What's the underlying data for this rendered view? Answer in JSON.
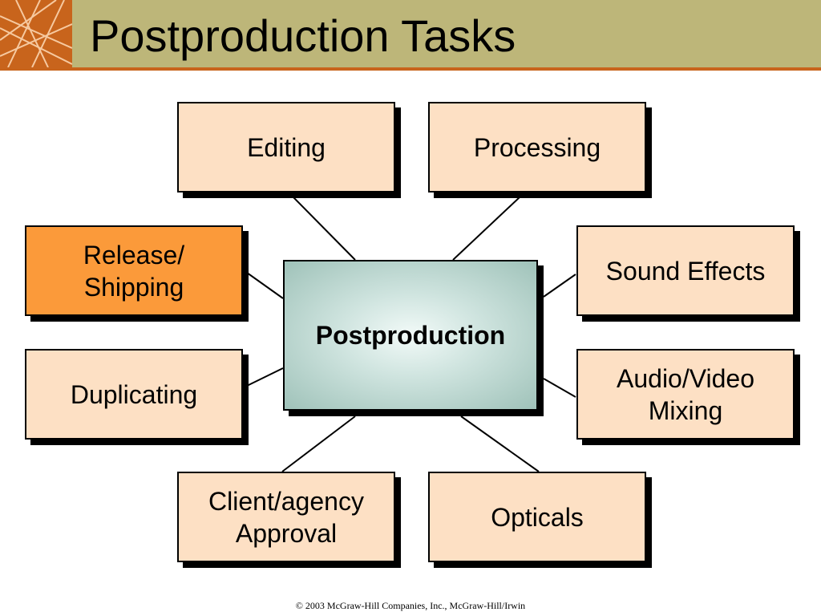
{
  "slide": {
    "title": "Postproduction Tasks",
    "copyright": "© 2003 McGraw-Hill Companies, Inc., McGraw-Hill/Irwin"
  },
  "diagram": {
    "center": "Postproduction",
    "nodes": {
      "editing": "Editing",
      "processing": "Processing",
      "release": "Release/ Shipping",
      "sound_effects": "Sound Effects",
      "duplicating": "Duplicating",
      "audio_video": "Audio/Video Mixing",
      "client_approval": "Client/agency Approval",
      "opticals": "Opticals"
    }
  },
  "colors": {
    "header_bg": "#bdb679",
    "accent": "#c8641c",
    "node_fill": "#fde0c4",
    "highlight_fill": "#fb9a3a",
    "center_fill": "#9fc2b9"
  }
}
